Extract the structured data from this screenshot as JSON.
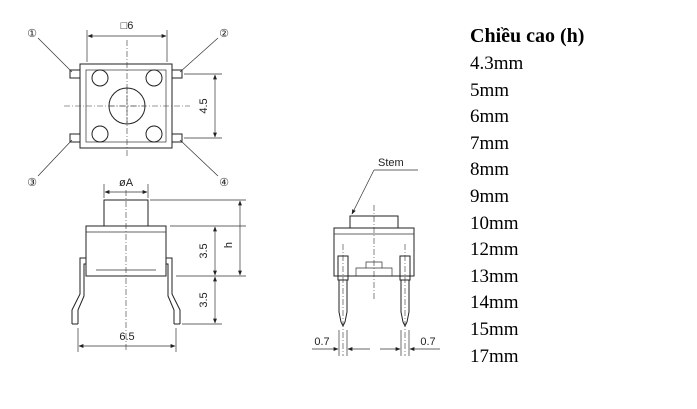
{
  "top_view": {
    "width_label": "□6",
    "height_label": "4.5",
    "pin_labels": [
      "①",
      "②",
      "③",
      "④"
    ]
  },
  "front_view": {
    "diameter_label": "øA",
    "body_height_label": "3.5",
    "total_height_label": "h",
    "lead_length_label": "3.5",
    "pitch_label": "6.5"
  },
  "side_view": {
    "stem_label": "Stem",
    "lead_width_left": "0.7",
    "lead_width_right": "0.7"
  },
  "heights_list": {
    "title": "Chiều cao (h)",
    "items": [
      "4.3mm",
      "5mm",
      "6mm",
      "7mm",
      "8mm",
      "9mm",
      "10mm",
      "12mm",
      "13mm",
      "14mm",
      "15mm",
      "17mm"
    ]
  }
}
